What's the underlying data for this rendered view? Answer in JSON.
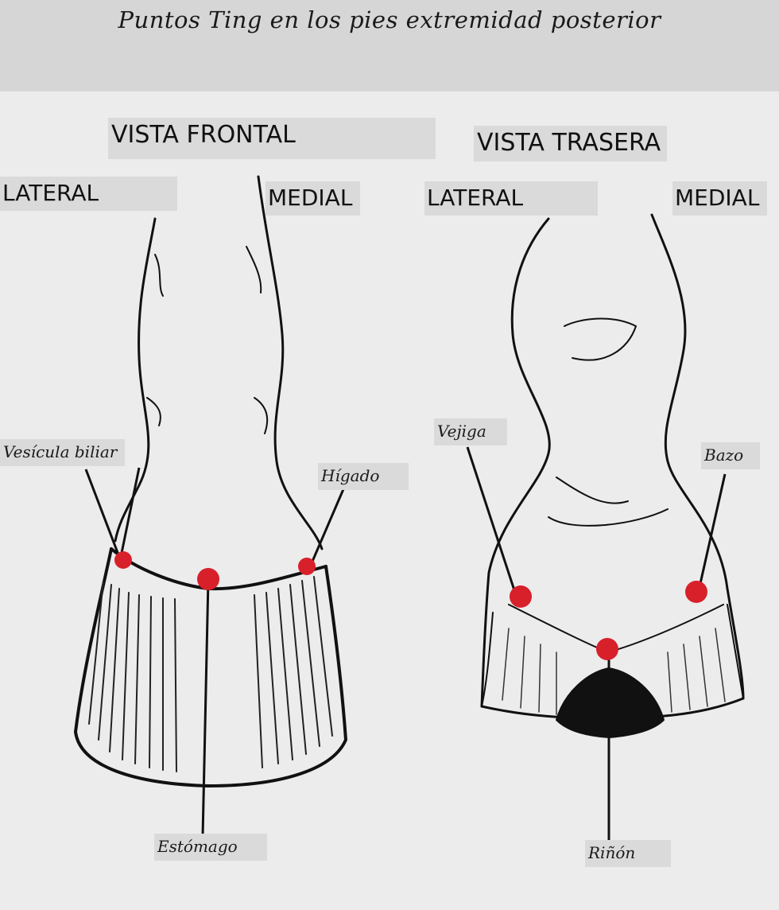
{
  "title": "Puntos Ting en los pies extremidad posterior",
  "views": {
    "front": {
      "title": "VISTA FRONTAL",
      "side_left": "LATERAL",
      "side_right": "MEDIAL",
      "points": {
        "gallbladder": "Vesícula biliar",
        "liver": "Hígado",
        "stomach": "Estómago"
      }
    },
    "back": {
      "title": "VISTA TRASERA",
      "side_left": "LATERAL",
      "side_right": "MEDIAL",
      "points": {
        "bladder": "Vejiga",
        "spleen": "Bazo",
        "kidney": "Riñón"
      }
    }
  },
  "point_color": "#d8202a"
}
